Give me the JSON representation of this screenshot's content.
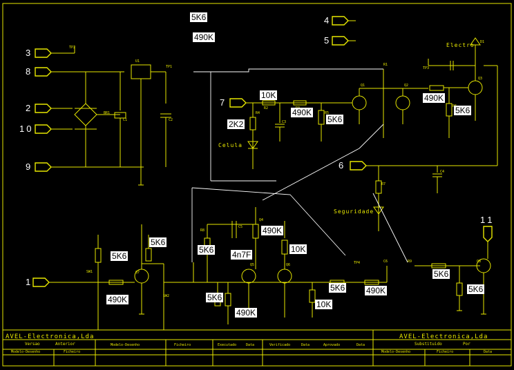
{
  "component_labels": [
    "5K6",
    "490K",
    "10K",
    "490K",
    "5K6",
    "2K2",
    "490K",
    "5K6",
    "5K6",
    "490K",
    "5K6",
    "4n7F",
    "490K",
    "10K",
    "5K6",
    "5K6",
    "490K",
    "5K6",
    "10K",
    "490K",
    "5K6"
  ],
  "connectors": [
    "3",
    "8",
    "2",
    "10",
    "9",
    "1",
    "4",
    "5",
    "7",
    "6",
    "11"
  ],
  "net_labels": {
    "electro": "Electro",
    "celula": "Celula",
    "seguridade": "Seguridade"
  },
  "title_block": {
    "company_left": "AVEL-Electronica,Lda",
    "company_right": "AVEL-Electronica,Lda",
    "versao": "Versao",
    "anterior": "Anterior",
    "substituido": "Substituido",
    "por": "Por",
    "modelo_desenho": "Modelo-Desenho",
    "ficheiro": "Ficheiro",
    "executado": "Executado",
    "data": "Data",
    "verificado": "Verificado",
    "aprovado": "Aprovado"
  }
}
